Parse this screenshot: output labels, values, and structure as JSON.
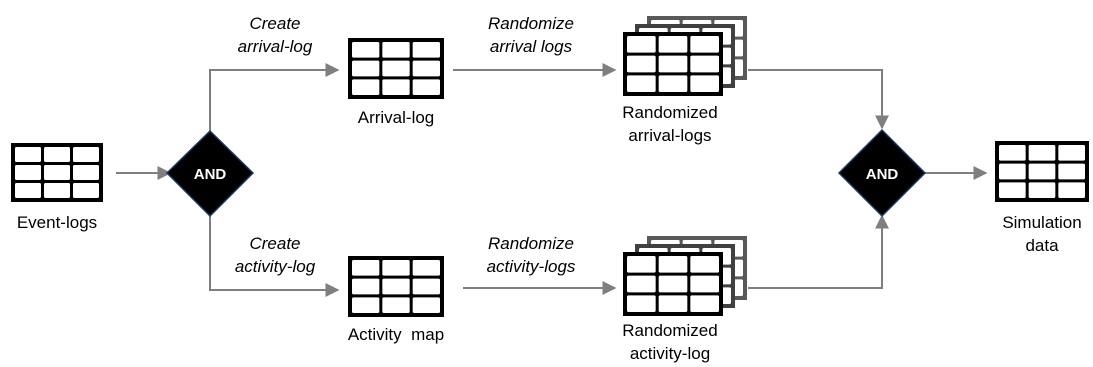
{
  "nodes": {
    "event_logs": {
      "label": "Event-logs",
      "icon": "table-icon"
    },
    "split_gate": {
      "label": "AND",
      "icon": "and-gateway-diamond"
    },
    "arrival_log": {
      "label": "Arrival-log",
      "icon": "table-icon"
    },
    "activity_map": {
      "label": "Activity  map",
      "icon": "table-icon"
    },
    "randomized_arrival": {
      "label_line1": "Randomized",
      "label_line2": "arrival-logs",
      "icon": "stacked-tables-icon"
    },
    "randomized_activity": {
      "label_line1": "Randomized",
      "label_line2": "activity-log",
      "icon": "stacked-tables-icon"
    },
    "join_gate": {
      "label": "AND",
      "icon": "and-gateway-diamond"
    },
    "simulation_data": {
      "label_line1": "Simulation",
      "label_line2": "data",
      "icon": "table-icon"
    }
  },
  "edges": {
    "create_arrival": {
      "line1": "Create",
      "line2": "arrival-log"
    },
    "randomize_arrival": {
      "line1": "Randomize",
      "line2": "arrival logs"
    },
    "create_activity": {
      "line1": "Create",
      "line2": "activity-log"
    },
    "randomize_activity": {
      "line1": "Randomize",
      "line2": "activity-logs"
    }
  },
  "colors": {
    "arrow": "#7f7f7f",
    "icon_frame": "#000000",
    "stack_back": "#595959",
    "stack_mid": "#404040",
    "gate_fill": "#000000",
    "gate_stroke": "#1f3864",
    "gate_text": "#ffffff"
  }
}
